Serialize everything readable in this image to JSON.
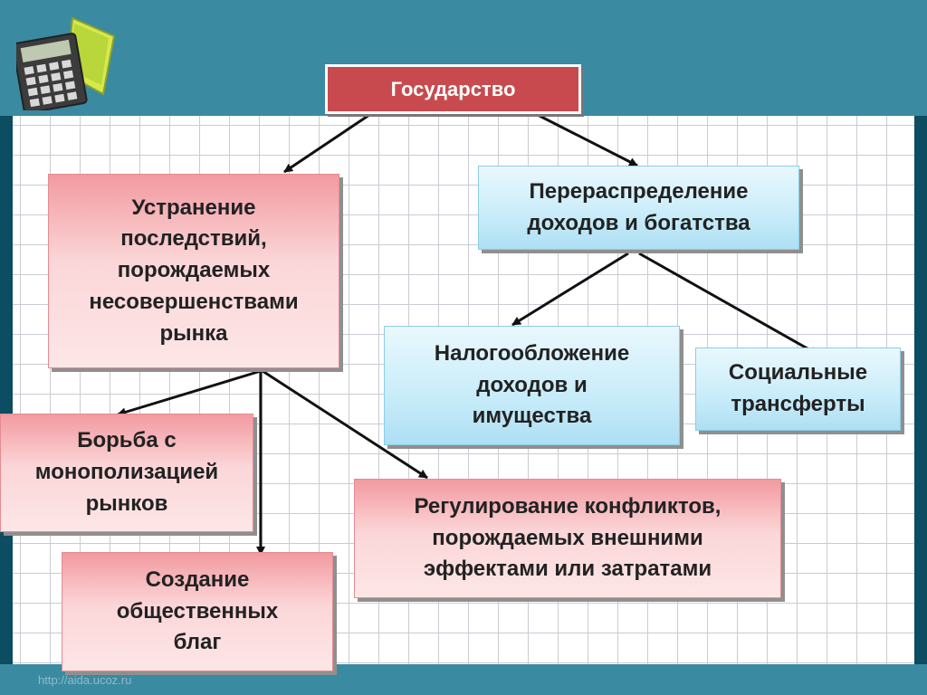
{
  "diagram": {
    "root": "Государство",
    "market_failures": "Устранение\nпоследствий,\nпорождаемых\nнесовершенствами\nрынка",
    "redistribution": "Перераспределение\nдоходов и богатства",
    "taxation": "Налогообложение\nдоходов и\nимущества",
    "transfers": "Социальные\nтрансферты",
    "monopoly": "Борьба с\nмонополизацией\nрынков",
    "externalities": "Регулирование конфликтов,\nпорождаемых внешними\nэффектами или затратами",
    "public_goods": "Создание\nобщественных\nблаг"
  },
  "footer": {
    "url": "http://aida.ucoz.ru"
  },
  "colors": {
    "root_fill": "#c94a4e",
    "pink_fill": "#fbd6d8",
    "blue_fill": "#c8ecf9",
    "frame": "#0c4d62",
    "band": "#3a8aa1"
  },
  "icons": {
    "logo": "calculator-icon"
  }
}
